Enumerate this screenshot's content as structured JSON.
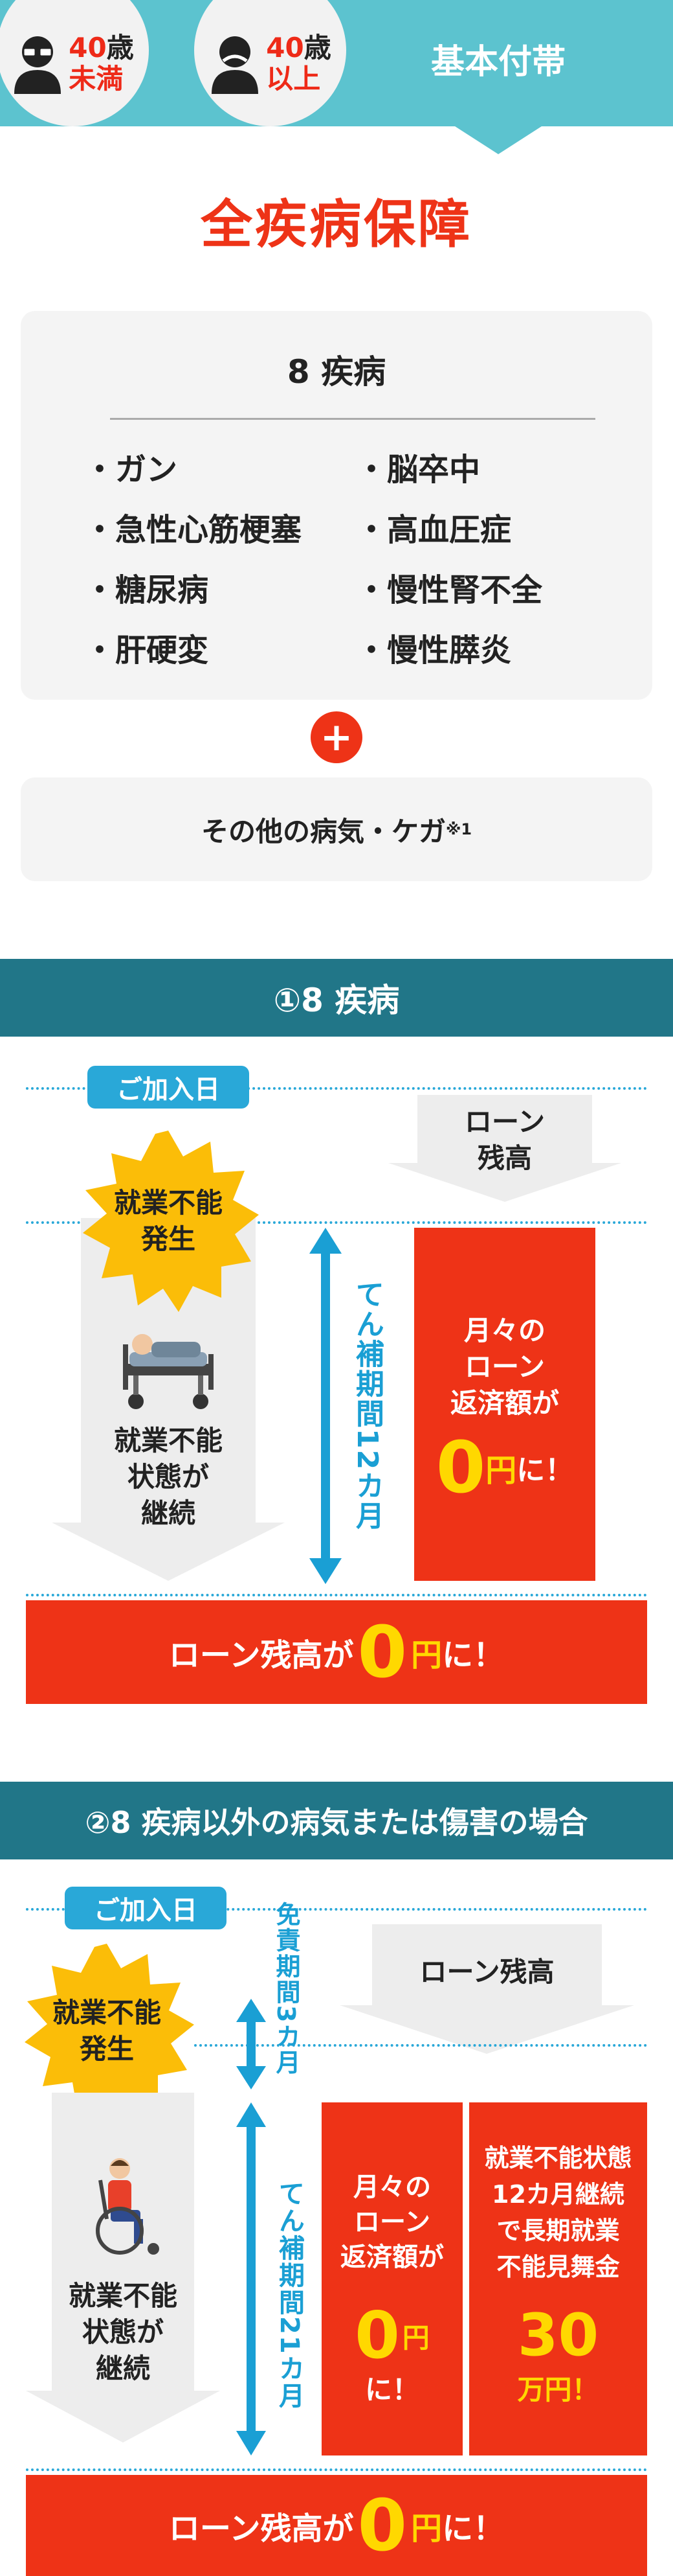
{
  "header": {
    "age_under": {
      "num": "40",
      "unit": "歳",
      "sub": "未満"
    },
    "age_over": {
      "num": "40",
      "unit": "歳",
      "sub": "以上"
    },
    "rider_label": "基本付帯"
  },
  "title": "全疾病保障",
  "panel": {
    "heading": "8 疾病",
    "diseases": [
      "・ガン",
      "・脳卒中",
      "・急性心筋梗塞",
      "・高血圧症",
      "・糖尿病",
      "・慢性腎不全",
      "・肝硬変",
      "・慢性膵炎"
    ]
  },
  "plus_symbol": "+",
  "other_panel": {
    "text": "その他の病気・ケガ",
    "note": "※1"
  },
  "section1": {
    "title": "①8 疾病",
    "join_label": "ご加入日",
    "loan_balance": "ローン\n残高",
    "burst": "就業不能\n発生",
    "state": "就業不能\n状態が\n継続",
    "period": "てん補期間12カ月",
    "monthly": "月々の\nローン\n返済額が",
    "zero": "0",
    "yen_ni": "円に！",
    "yen": "円",
    "ni": "に！",
    "bottom_prefix": "ローン残高が",
    "bottom_zero": "0",
    "bottom_yen": "円",
    "bottom_suffix": "に！"
  },
  "section2": {
    "title": "②8 疾病以外の病気または傷害の場合",
    "join_label": "ご加入日",
    "loan_balance": "ローン残高",
    "burst": "就業不能\n発生",
    "state": "就業不能\n状態が\n継続",
    "exempt": "免責期間3カ月",
    "period": "てん補期間21カ月",
    "monthly": "月々の\nローン\n返済額が",
    "zero": "0",
    "yen": "円",
    "ni": "に！",
    "long_term": "就業不能状態\n12カ月継続\nで長期就業\n不能見舞金",
    "amount": "30",
    "amount_unit": "万円！",
    "bottom_prefix": "ローン残高が",
    "bottom_zero": "0",
    "bottom_yen": "円",
    "bottom_suffix": "に！"
  },
  "colors": {
    "teal": "#5cc3cf",
    "dark_teal": "#217688",
    "red": "#ee3317",
    "yellow": "#ffd800",
    "blue": "#29a8d8"
  }
}
